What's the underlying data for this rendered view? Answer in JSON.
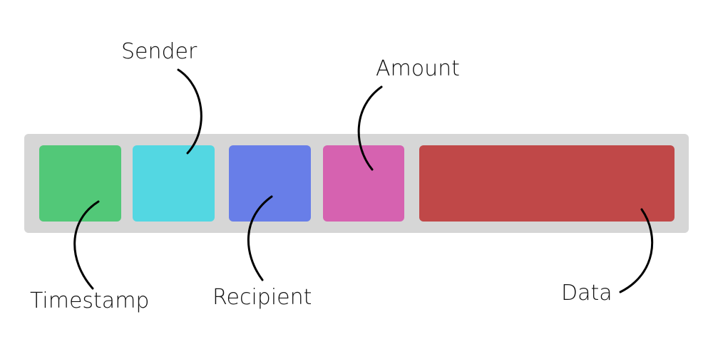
{
  "fields": [
    {
      "key": "timestamp",
      "label": "Timestamp",
      "color": "#52c878"
    },
    {
      "key": "sender",
      "label": "Sender",
      "color": "#53d7e2"
    },
    {
      "key": "recipient",
      "label": "Recipient",
      "color": "#687ee8"
    },
    {
      "key": "amount",
      "label": "Amount",
      "color": "#d662b0"
    },
    {
      "key": "data",
      "label": "Data",
      "color": "#c04848"
    }
  ],
  "container_color": "#d6d6d6"
}
